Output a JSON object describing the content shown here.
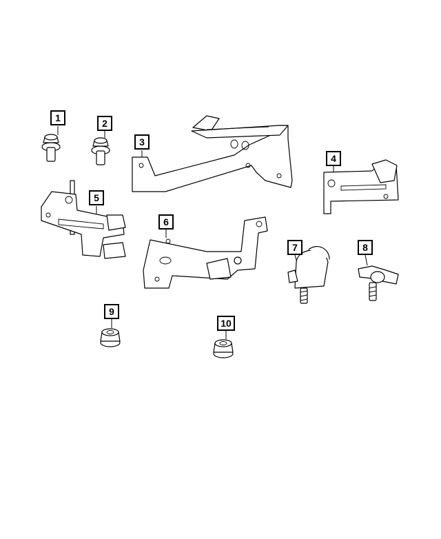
{
  "callouts": [
    {
      "id": "1",
      "label": "1"
    },
    {
      "id": "2",
      "label": "2"
    },
    {
      "id": "3",
      "label": "3"
    },
    {
      "id": "4",
      "label": "4"
    },
    {
      "id": "5",
      "label": "5"
    },
    {
      "id": "6",
      "label": "6"
    },
    {
      "id": "7",
      "label": "7"
    },
    {
      "id": "8",
      "label": "8"
    },
    {
      "id": "9",
      "label": "9"
    },
    {
      "id": "10",
      "label": "10"
    }
  ],
  "parts": [
    {
      "callout": "1",
      "kind": "flange-bolt-icon"
    },
    {
      "callout": "2",
      "kind": "flange-bolt-icon"
    },
    {
      "callout": "3",
      "kind": "bracket-icon"
    },
    {
      "callout": "4",
      "kind": "bracket-icon"
    },
    {
      "callout": "5",
      "kind": "bracket-with-clips-icon"
    },
    {
      "callout": "6",
      "kind": "bracket-with-clip-icon"
    },
    {
      "callout": "7",
      "kind": "hose-clip-icon"
    },
    {
      "callout": "8",
      "kind": "hose-clip-icon"
    },
    {
      "callout": "9",
      "kind": "hex-flange-nut-icon"
    },
    {
      "callout": "10",
      "kind": "hex-flange-nut-icon"
    }
  ]
}
